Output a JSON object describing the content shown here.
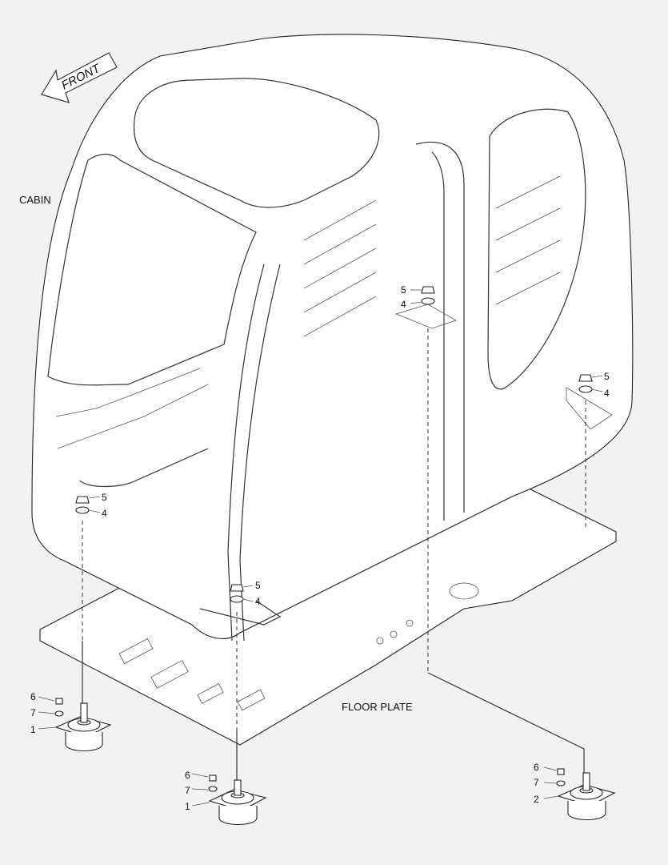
{
  "labels": {
    "front": "FRONT",
    "cabin": "CABIN",
    "floor_plate": "FLOOR PLATE"
  },
  "callouts": {
    "nut": "5",
    "washer_top": "4",
    "bolt": "6",
    "washer_bottom": "7",
    "mount_a": "1",
    "mount_b": "2"
  }
}
